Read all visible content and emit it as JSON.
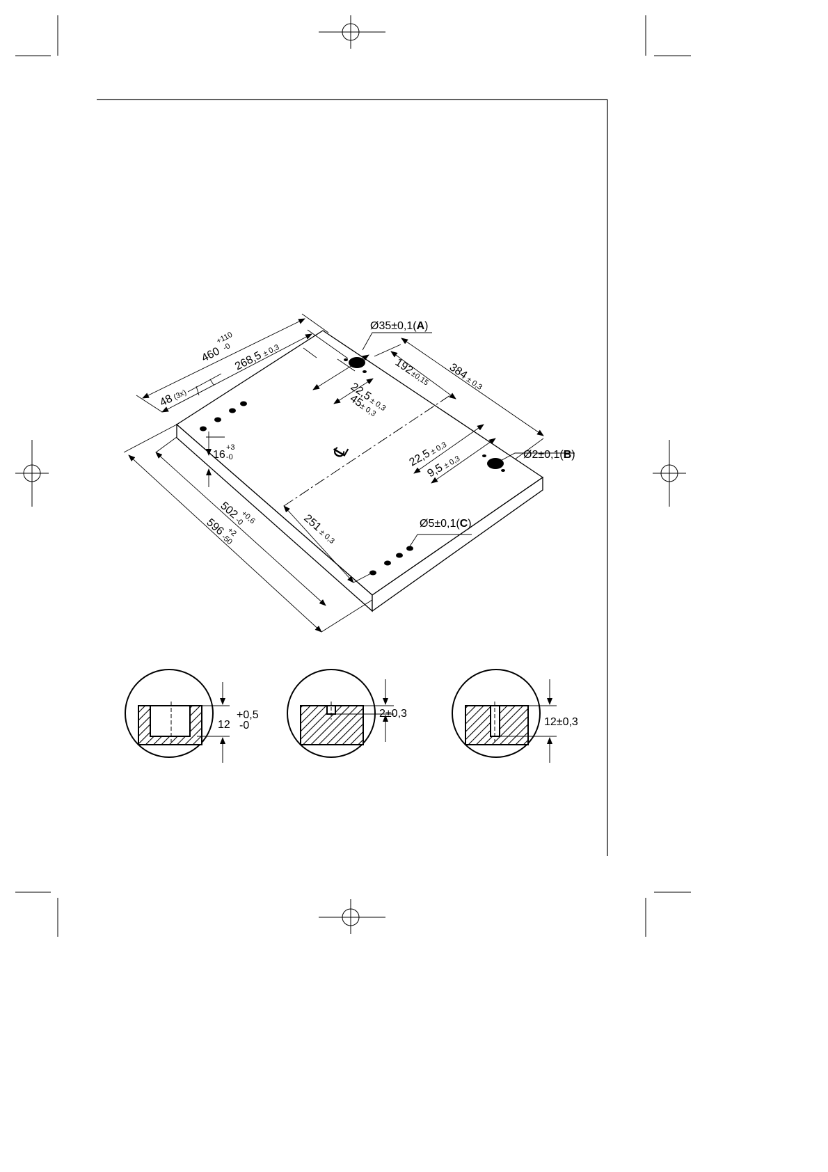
{
  "colors": {
    "ink": "#000000",
    "paper": "#ffffff"
  },
  "callouts": {
    "hole_a": {
      "prefix": "Ø35±0,1(",
      "letter": "A",
      "suffix": ")"
    },
    "hole_b": {
      "prefix": "Ø2±0,1(",
      "letter": "B",
      "suffix": ")"
    },
    "hole_c": {
      "prefix": "Ø5±0,1(",
      "letter": "C",
      "suffix": ")"
    }
  },
  "dims": {
    "d460": {
      "value": "460",
      "plus": "+110",
      "minus": "-0"
    },
    "d268": {
      "value": "268,5",
      "tol": "± 0,3"
    },
    "d48": {
      "value": "48",
      "note": "(3x)"
    },
    "d192": {
      "value": "192",
      "tol": "±0,15"
    },
    "d384": {
      "value": "384",
      "tol": "± 0,3"
    },
    "d22a": {
      "value": "22,5",
      "tol": "± 0,3"
    },
    "d45": {
      "value": "45",
      "tol": "± 0,3"
    },
    "d16": {
      "value": "16",
      "plus": "+3",
      "minus": "-0"
    },
    "d22b": {
      "value": "22,5",
      "tol": "± 0,3"
    },
    "d9": {
      "value": "9,5",
      "tol": "± 0,3"
    },
    "d502": {
      "value": "502",
      "plus": "+0,6",
      "minus": "-0"
    },
    "d596": {
      "value": "596",
      "plus": "+2",
      "minus": "-50"
    },
    "d251": {
      "value": "251",
      "tol": "± 0,3"
    },
    "centerline_symbol": "℄"
  },
  "details": {
    "a": {
      "value": "12",
      "plus": "+0,5",
      "minus": "-0"
    },
    "b": {
      "value": "2±0,3"
    },
    "c": {
      "value": "12±0,3"
    }
  }
}
